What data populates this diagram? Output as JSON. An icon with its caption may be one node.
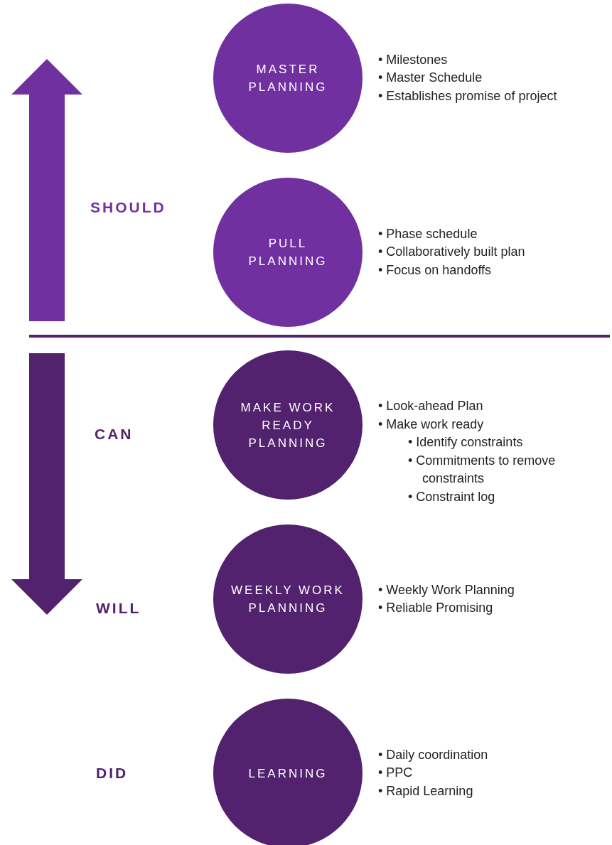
{
  "diagram": {
    "nodes": [
      {
        "text": [
          "MASTER PLANNING"
        ],
        "beside": [
          "• Milestones",
          "• Master Schedule",
          "• Establishes promise of project"
        ]
      },
      {
        "text": [
          "PULL PLANNING"
        ],
        "beside": [
          "• Phase schedule",
          "• Collaboratively built plan",
          "• Focus on handoffs"
        ]
      },
      {
        "text": [
          "MAKE WORK READY PLANNING"
        ],
        "beside": [
          "• Look-ahead Plan",
          "• Make work ready",
          "• Identify constraints",
          "• Commitments to remove constraints",
          "• Constraint log"
        ]
      },
      {
        "text": [
          "WEEKLY WORK PLANNING"
        ],
        "beside": [
          "• Weekly Work Planning",
          "• Reliable Promising"
        ]
      },
      {
        "text": [
          "LEARNING"
        ],
        "beside": [
          "• Daily coordination",
          "• PPC",
          "• Rapid Learning"
        ]
      }
    ],
    "labels": [
      "SHOULD",
      "CAN",
      "WILL",
      "DID"
    ]
  }
}
